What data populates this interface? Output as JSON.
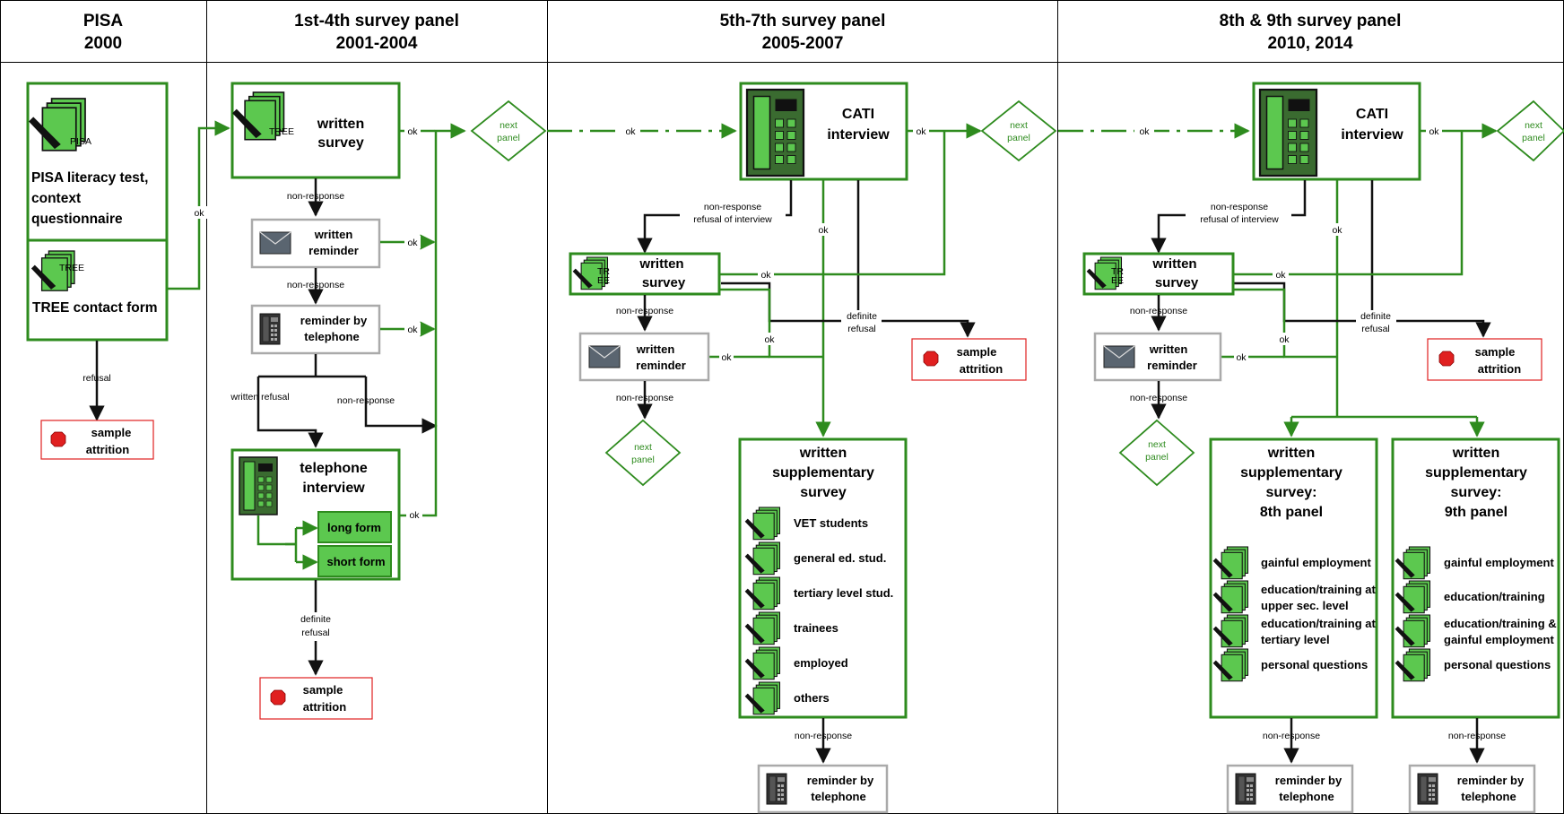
{
  "colors": {
    "green": "#2e8b1e",
    "fill_green": "#5cc84f",
    "dark": "#1a1a1a",
    "red": "#e02020",
    "grey": "#aaaaaa"
  },
  "headers": [
    {
      "line1": "PISA",
      "line2": "2000"
    },
    {
      "line1": "1st-4th survey panel",
      "line2": "2001-2004"
    },
    {
      "line1": "5th-7th survey panel",
      "line2": "2005-2007"
    },
    {
      "line1": "8th & 9th survey panel",
      "line2": "2010, 2014"
    }
  ],
  "col1": {
    "pisa_test": [
      "PISA literacy test,",
      "context",
      "questionnaire"
    ],
    "pisa_doc": "PISA",
    "tree_doc": "TREE",
    "tree_contact": "TREE contact form",
    "refusal": "refusal",
    "attrition": [
      "sample",
      "attrition"
    ],
    "stop": "STOP",
    "ok": "ok"
  },
  "col2": {
    "written_survey": [
      "written",
      "survey"
    ],
    "tree_doc": "TREE",
    "nonresponse1": "non-response",
    "written_reminder": [
      "written",
      "reminder"
    ],
    "nonresponse2": "non-response",
    "tel_reminder": [
      "reminder by",
      "telephone"
    ],
    "written_refusal": "written refusal",
    "nonresponse3": "non-response",
    "tel_interview": [
      "telephone",
      "interview"
    ],
    "long_form": "long form",
    "short_form": "short form",
    "definite_refusal": [
      "definite",
      "refusal"
    ],
    "attrition": [
      "sample",
      "attrition"
    ],
    "stop": "STOP",
    "next_panel": [
      "next",
      "panel"
    ],
    "ok": "ok"
  },
  "col3": {
    "cati": [
      "CATI",
      "interview"
    ],
    "nonresp_refusal": [
      "non-response",
      "refusal of interview"
    ],
    "ok": "ok",
    "written_survey": [
      "written",
      "survey"
    ],
    "tree_doc": [
      "TR",
      "EE"
    ],
    "nonresponse1": "non-response",
    "written_reminder": [
      "written",
      "reminder"
    ],
    "nonresponse2": "non-response",
    "next_panel": [
      "next",
      "panel"
    ],
    "definite_refusal": [
      "definite",
      "refusal"
    ],
    "attrition": [
      "sample",
      "attrition"
    ],
    "stop": "STOP",
    "supp_title": [
      "written",
      "supplementary",
      "survey"
    ],
    "supp_items": [
      "VET students",
      "general ed. stud.",
      "tertiary level stud.",
      "trainees",
      "employed",
      "others"
    ],
    "nonresponse3": "non-response",
    "tel_reminder": [
      "reminder by",
      "telephone"
    ]
  },
  "col4": {
    "cati": [
      "CATI",
      "interview"
    ],
    "nonresp_refusal": [
      "non-response",
      "refusal of interview"
    ],
    "ok": "ok",
    "written_survey": [
      "written",
      "survey"
    ],
    "tree_doc": [
      "TR",
      "EE"
    ],
    "nonresponse1": "non-response",
    "written_reminder": [
      "written",
      "reminder"
    ],
    "nonresponse2": "non-response",
    "next_panel": [
      "next",
      "panel"
    ],
    "definite_refusal": [
      "definite",
      "refusal"
    ],
    "attrition": [
      "sample",
      "attrition"
    ],
    "stop": "STOP",
    "supp8_title": [
      "written",
      "supplementary",
      "survey:",
      "8th panel"
    ],
    "supp8_items": [
      [
        "gainful employment"
      ],
      [
        "education/training at",
        "upper sec. level"
      ],
      [
        "education/training at",
        "tertiary level"
      ],
      [
        "personal questions"
      ]
    ],
    "supp9_title": [
      "written",
      "supplementary",
      "survey:",
      "9th panel"
    ],
    "supp9_items": [
      [
        "gainful employment"
      ],
      [
        "education/training"
      ],
      [
        "education/training &",
        "gainful employment"
      ],
      [
        "personal questions"
      ]
    ],
    "nonresponse8": "non-response",
    "nonresponse9": "non-response",
    "tel_reminder8": [
      "reminder by",
      "telephone"
    ],
    "tel_reminder9": [
      "reminder by",
      "telephone"
    ]
  }
}
